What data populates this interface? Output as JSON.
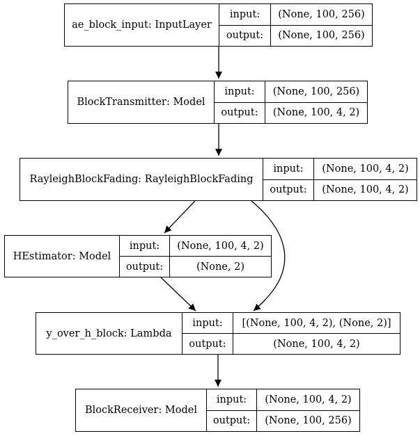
{
  "nodes": [
    {
      "id": "ae_block_input",
      "label": "ae_block_input: InputLayer",
      "input_label": "input:",
      "output_label": "output:",
      "input": "(None, 100, 256)",
      "output": "(None, 100, 256)"
    },
    {
      "id": "block_transmitter",
      "label": "BlockTransmitter: Model",
      "input_label": "input:",
      "output_label": "output:",
      "input": "(None, 100, 256)",
      "output": "(None, 100, 4, 2)"
    },
    {
      "id": "rayleigh_block_fading",
      "label": "RayleighBlockFading: RayleighBlockFading",
      "input_label": "input:",
      "output_label": "output:",
      "input": "(None, 100, 4, 2)",
      "output": "(None, 100, 4, 2)"
    },
    {
      "id": "h_estimator",
      "label": "HEstimator: Model",
      "input_label": "input:",
      "output_label": "output:",
      "input": "(None, 100, 4, 2)",
      "output": "(None, 2)"
    },
    {
      "id": "y_over_h_block",
      "label": "y_over_h_block: Lambda",
      "input_label": "input:",
      "output_label": "output:",
      "input": "[(None, 100, 4, 2), (None, 2)]",
      "output": "(None, 100, 4, 2)"
    },
    {
      "id": "block_receiver",
      "label": "BlockReceiver: Model",
      "input_label": "input:",
      "output_label": "output:",
      "input": "(None, 100, 4, 2)",
      "output": "(None, 100, 256)"
    }
  ],
  "edges": [
    {
      "from": "ae_block_input",
      "to": "block_transmitter"
    },
    {
      "from": "block_transmitter",
      "to": "rayleigh_block_fading"
    },
    {
      "from": "rayleigh_block_fading",
      "to": "h_estimator"
    },
    {
      "from": "rayleigh_block_fading",
      "to": "y_over_h_block"
    },
    {
      "from": "h_estimator",
      "to": "y_over_h_block"
    },
    {
      "from": "y_over_h_block",
      "to": "block_receiver"
    }
  ]
}
